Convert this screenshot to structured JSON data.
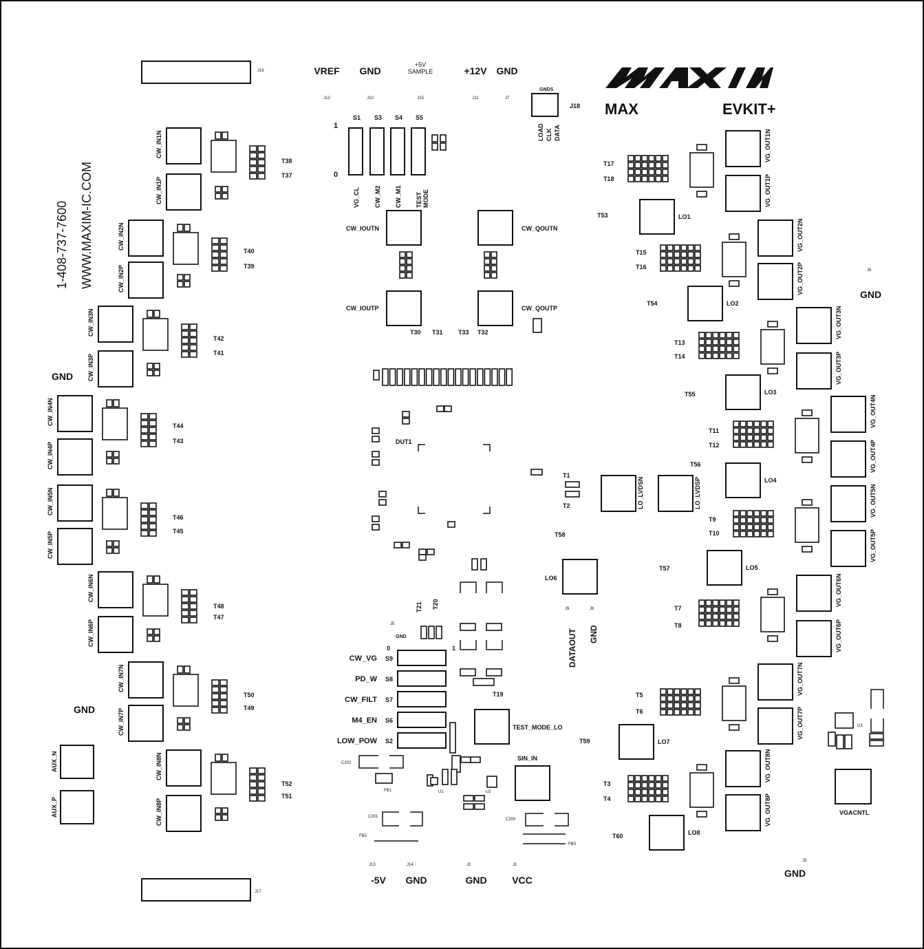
{
  "board": {
    "brand": "MAXIM",
    "title_left": "MAX",
    "title_right": "EVKIT+",
    "phone": "1-408-737-7600",
    "web": "WWW.MAXIM-IC.COM"
  },
  "top_terminals": [
    {
      "label": "VREF",
      "ref": "J12"
    },
    {
      "label": "GND",
      "ref": "J10"
    },
    {
      "label": "+5V\nSAMPLE",
      "ref": "J15"
    },
    {
      "label": "+12V",
      "ref": "J11"
    },
    {
      "label": "GND",
      "ref": "J7"
    }
  ],
  "bottom_terminals": [
    {
      "label": "-5V",
      "ref": "J13"
    },
    {
      "label": "GND",
      "ref": "J14"
    },
    {
      "label": "GND",
      "ref": "J2"
    },
    {
      "label": "VCC",
      "ref": "J1"
    }
  ],
  "gnd_labels": [
    "GND",
    "GND",
    "GND",
    "GND"
  ],
  "switches_top": [
    "S1",
    "S3",
    "S4",
    "S5"
  ],
  "switches_top_positions": [
    "1",
    "0"
  ],
  "switch_bottom_labels": [
    "VG_CL",
    "CW_M2",
    "CW_M1",
    "TEST\nMODE"
  ],
  "switch_rows": [
    {
      "label": "CW_VG",
      "ref": "S9"
    },
    {
      "label": "PD_W",
      "ref": "S8"
    },
    {
      "label": "CW_FILT",
      "ref": "S7"
    },
    {
      "label": "M4_EN",
      "ref": "S6"
    },
    {
      "label": "LOW_POW",
      "ref": "S2"
    }
  ],
  "j18": {
    "ref": "J18",
    "title": "GNDS",
    "labels": [
      "LOAD",
      "CLK",
      "DATA"
    ]
  },
  "center_pads": [
    "CW_IOUTN",
    "CW_QOUTN",
    "CW_IOUTP",
    "CW_QOUTP"
  ],
  "center_transformers": [
    "T30",
    "T31",
    "T33",
    "T32"
  ],
  "left_inputs": [
    "CW_IN1N",
    "CW_IN1P",
    "CW_IN2N",
    "CW_IN2P",
    "CW_IN3N",
    "CW_IN3P",
    "CW_IN4N",
    "CW_IN4P",
    "CW_IN5N",
    "CW_IN5P",
    "CW_IN6N",
    "CW_IN6P",
    "CW_IN7N",
    "CW_IN7P",
    "CW_IN8N",
    "CW_IN8P"
  ],
  "left_transformers": [
    "T38",
    "T37",
    "T40",
    "T39",
    "T42",
    "T41",
    "T44",
    "T43",
    "T46",
    "T45",
    "T48",
    "T47",
    "T50",
    "T49",
    "T52",
    "T51"
  ],
  "aux": [
    "AUX_N",
    "AUX_P"
  ],
  "right_outputs": [
    "VG_OUT1N",
    "VG_OUT1P",
    "VG_OUT2N",
    "VG_OUT2P",
    "VG_OUT3N",
    "VG_OUT3P",
    "VG_OUT4N",
    "VG_OUT4P",
    "VG_OUT5N",
    "VG_OUT5P",
    "VG_OUT6N",
    "VG_OUT6P",
    "VG_OUT7N",
    "VG_OUT7P",
    "VG_OUT8N",
    "VG_OUT8P"
  ],
  "right_transformers": [
    "T17",
    "T18",
    "T15",
    "T16",
    "T13",
    "T14",
    "T11",
    "T12",
    "T9",
    "T10",
    "T7",
    "T8",
    "T5",
    "T6",
    "T3",
    "T4"
  ],
  "lo_parts": [
    "LO1",
    "LO2",
    "LO3",
    "LO4",
    "LO5",
    "LO6",
    "LO7",
    "LO8"
  ],
  "t5x": [
    "T53",
    "T54",
    "T55",
    "T56",
    "T57",
    "T58",
    "T59",
    "T60"
  ],
  "lvds": [
    "LO_LVDSN",
    "LO_LVDSP"
  ],
  "misc_labels": {
    "dut": "DUT1",
    "dataout": "DATAOUT",
    "gnd_j8": "GND",
    "test_mode_lo": "TEST_MODE_LO",
    "sin_in": "SIN_IN",
    "vgacntl": "VGACNTL",
    "j5": "J5",
    "j5_gnd": "GND",
    "j9": "J9",
    "j8": "J8",
    "j16": "J16",
    "j17": "J17",
    "j6": "J6",
    "j3": "J3",
    "fb1": "FB1",
    "fb2": "FB2",
    "fb3": "FB3",
    "c200": "C200",
    "c201": "C201",
    "c202": "C202",
    "u1": "U1",
    "u2": "U2",
    "u3": "U3",
    "t1": "T1",
    "t2": "T2",
    "t19": "T19",
    "t20": "T20",
    "t21": "T21",
    "zero": "0",
    "one": "1"
  }
}
